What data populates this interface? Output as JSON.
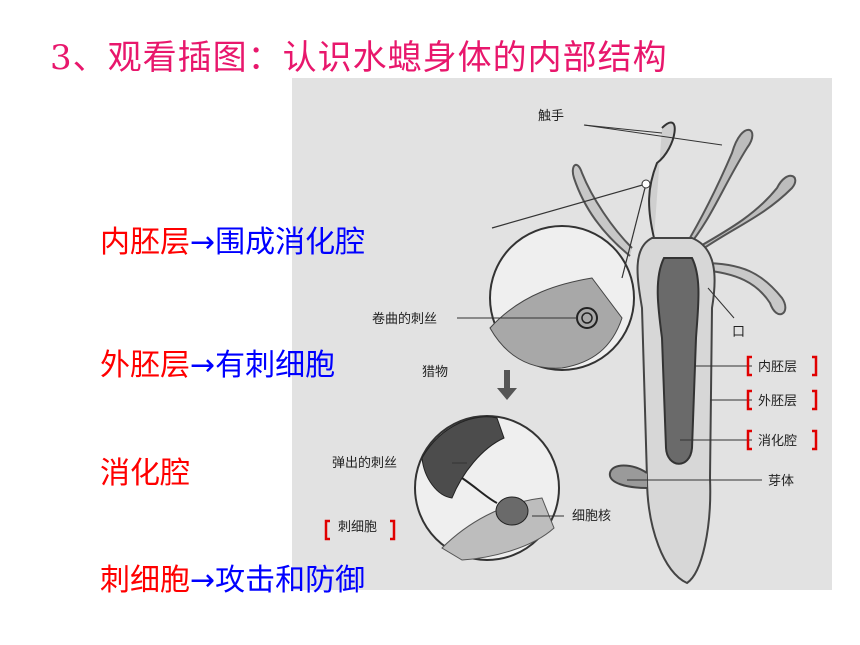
{
  "title": "3、观看插图：认识水螅身体的内部结构",
  "facts": [
    {
      "term": "内胚层",
      "arrow": "→",
      "desc": "围成消化腔"
    },
    {
      "term": "外胚层",
      "arrow": "→",
      "desc": "有刺细胞"
    },
    {
      "term": "消化腔",
      "arrow": "",
      "desc": ""
    },
    {
      "term": "刺细胞",
      "arrow": "→",
      "desc": "攻击和防御"
    }
  ],
  "figure": {
    "labels": {
      "tentacle": "触手",
      "mouth": "口",
      "endoderm": "内胚层",
      "ectoderm": "外胚层",
      "cavity": "消化腔",
      "bud": "芽体",
      "coiled_thread": "卷曲的刺丝",
      "prey": "猎物",
      "ejected_thread": "弹出的刺丝",
      "cnidocyte": "刺细胞",
      "nucleus": "细胞核"
    },
    "colors": {
      "background": "#e2e2e2",
      "bracket": "#e00000"
    }
  }
}
